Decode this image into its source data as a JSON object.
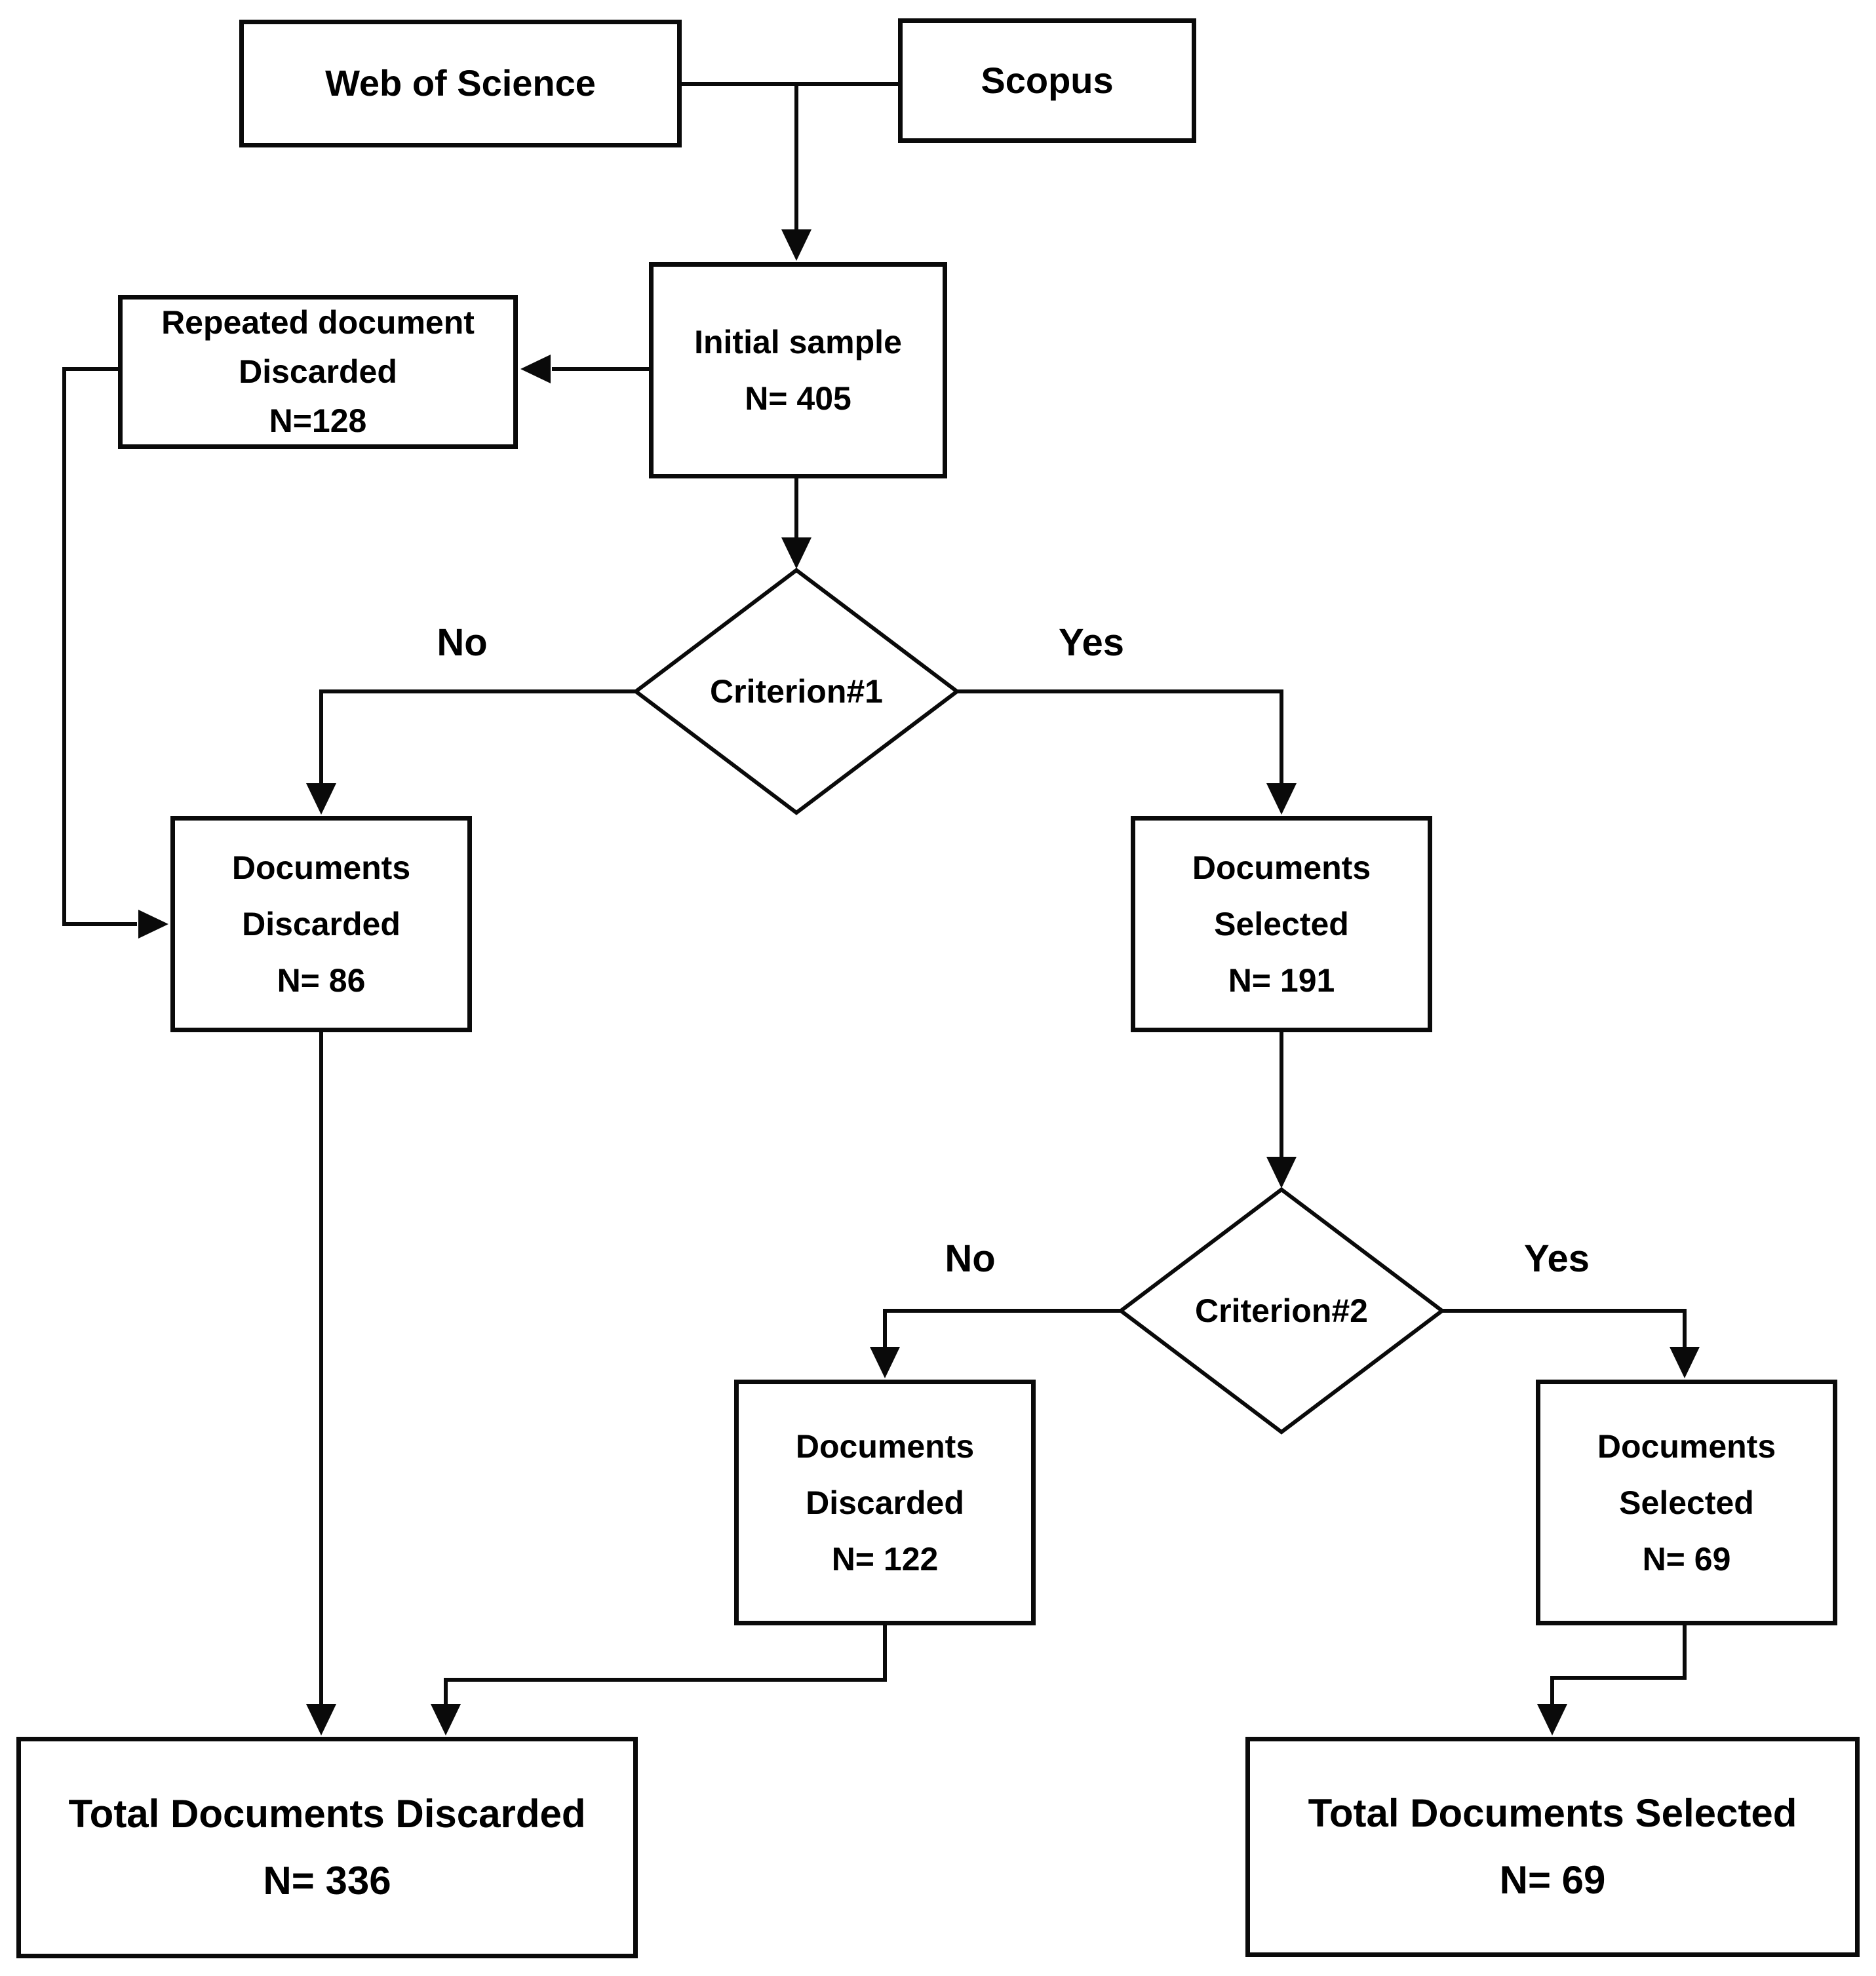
{
  "diagram": {
    "title_hint": "Document screening flowchart",
    "colors": {
      "line": "#0a0a0a",
      "box_background": "#ffffff",
      "text": "#000000",
      "page_background": "#ffffff"
    },
    "nodes": {
      "wos": {
        "label": "Web of Science"
      },
      "scopus": {
        "label": "Scopus"
      },
      "initial": {
        "l1": "Initial sample",
        "l2": "N= 405"
      },
      "repeated": {
        "l1": "Repeated document",
        "l2": "Discarded",
        "l3": "N=128"
      },
      "disc86": {
        "l1": "Documents",
        "l2": "Discarded",
        "l3": "N= 86"
      },
      "sel191": {
        "l1": "Documents",
        "l2": "Selected",
        "l3": "N= 191"
      },
      "disc122": {
        "l1": "Documents",
        "l2": "Discarded",
        "l3": "N= 122"
      },
      "sel69": {
        "l1": "Documents",
        "l2": "Selected",
        "l3": "N= 69"
      },
      "totalDisc": {
        "l1": "Total Documents Discarded",
        "l2": "N= 336"
      },
      "totalSel": {
        "l1": "Total Documents Selected",
        "l2": "N= 69"
      }
    },
    "decisions": {
      "c1": {
        "label": "Criterion#1",
        "no": "No",
        "yes": "Yes"
      },
      "c2": {
        "label": "Criterion#2",
        "no": "No",
        "yes": "Yes"
      }
    }
  }
}
